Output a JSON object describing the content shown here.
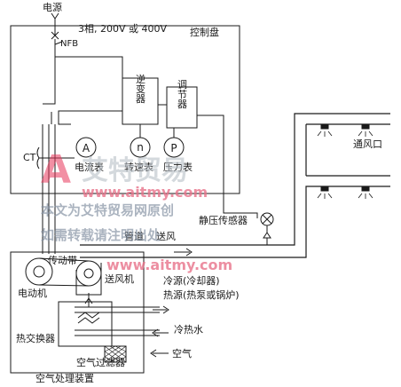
{
  "labels": {
    "power": "电源",
    "supply": "3相, 200V 或 400V",
    "nfb": "NFB",
    "control_panel": "控制盘",
    "inverter": "逆变器",
    "regulator": "调节器",
    "ct": "CT",
    "ammeter": "电流表",
    "tachometer": "转速表",
    "pressure_gauge": "压力表",
    "vent": "通风口",
    "static_pressure_sensor": "静压传感器",
    "duct": "管道",
    "supply_air": "送风",
    "belt": "传动带",
    "motor": "电动机",
    "fan": "送风机",
    "cold_source": "冷源(冷却器)",
    "heat_source": "热源(热泵或锅炉)",
    "chilled_hot_water": "冷热水",
    "heat_exchanger": "热交换器",
    "air_filter": "空气过滤器",
    "air": "空气",
    "ahu": "空气处理装置"
  },
  "meters": {
    "ammeter_symbol": "A",
    "tachometer_symbol": "n",
    "pressure_symbol": "P"
  },
  "watermark": {
    "logo_mark": "A",
    "logo_text": "艾特贸易",
    "url_line1": "www.aitmy.com",
    "url_line2": "www.aitmy.com",
    "note_line1": "本文为艾特贸易网原创",
    "note_line2": "如需转载请注明出处",
    "logo_color": "#e8375b"
  }
}
